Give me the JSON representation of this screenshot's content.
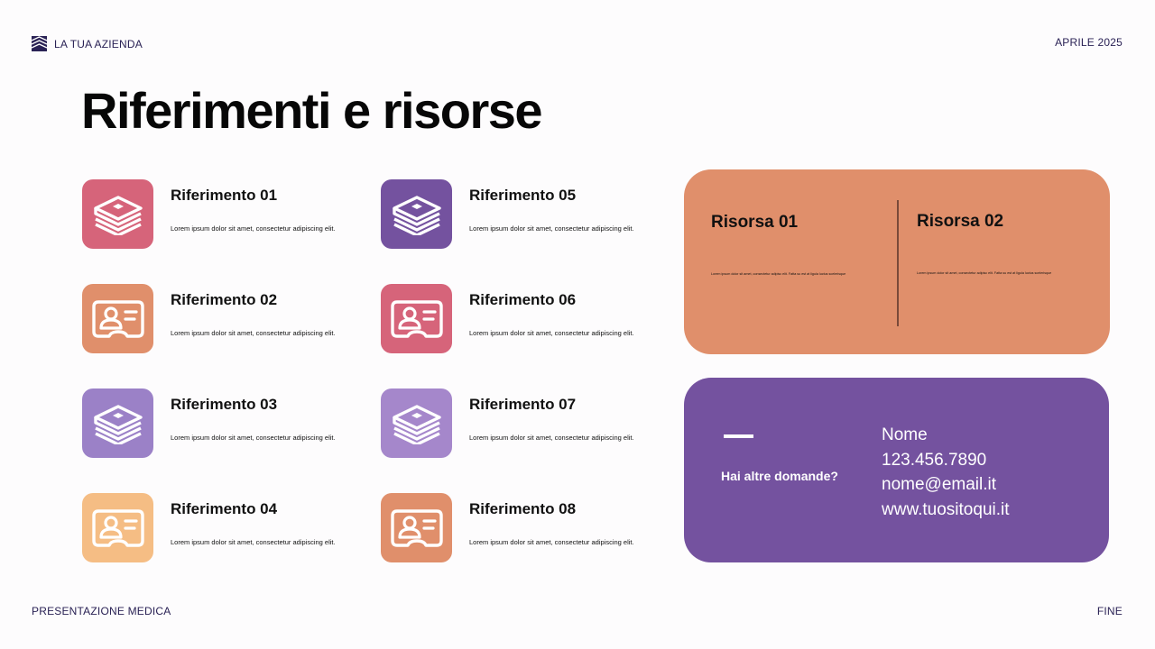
{
  "header": {
    "company": "LA TUA AZIENDA",
    "date": "APRILE 2025"
  },
  "footer": {
    "presentation": "PRESENTAZIONE MEDICA",
    "end": "FINE"
  },
  "title": "Riferimenti e risorse",
  "references": [
    {
      "title": "Riferimento 01",
      "desc": "Lorem ipsum dolor sit amet, consectetur adipiscing elit.",
      "icon": "stack-of-books-icon",
      "color": "#d6647a"
    },
    {
      "title": "Riferimento 02",
      "desc": "Lorem ipsum dolor sit amet, consectetur adipiscing elit.",
      "icon": "id-card-icon",
      "color": "#e08f6b"
    },
    {
      "title": "Riferimento 03",
      "desc": "Lorem ipsum dolor sit amet, consectetur adipiscing elit.",
      "icon": "stack-of-books-icon",
      "color": "#9b81c7"
    },
    {
      "title": "Riferimento 04",
      "desc": "Lorem ipsum dolor sit amet, consectetur adipiscing elit.",
      "icon": "id-card-icon",
      "color": "#f5bd84"
    },
    {
      "title": "Riferimento 05",
      "desc": "Lorem ipsum dolor sit amet, consectetur adipiscing elit.",
      "icon": "stack-of-books-icon",
      "color": "#74529f"
    },
    {
      "title": "Riferimento 06",
      "desc": "Lorem ipsum dolor sit amet, consectetur adipiscing elit.",
      "icon": "id-card-icon",
      "color": "#d6647a"
    },
    {
      "title": "Riferimento 07",
      "desc": "Lorem ipsum dolor sit amet, consectetur adipiscing elit.",
      "icon": "stack-of-books-icon",
      "color": "#a587cb"
    },
    {
      "title": "Riferimento 08",
      "desc": "Lorem ipsum dolor sit amet, consectetur adipiscing elit.",
      "icon": "id-card-icon",
      "color": "#e08f6b"
    }
  ],
  "resources": [
    {
      "title": "Risorsa 01",
      "desc": "Lorem ipsum dolor sit amet, consectetur adipisc elit. Fatta su est at ligula luctus scelerisque"
    },
    {
      "title": "Risorsa 02",
      "desc": "Lorem ipsum dolor sit amet, consectetur adipisc elit. Fatta su est at ligula luctus scelerisque"
    }
  ],
  "resources_color": "#e08f6b",
  "contact": {
    "question": "Hai altre domande?",
    "name": "Nome",
    "phone": "123.456.7890",
    "email": "nome@email.it",
    "website": "www.tuositoqui.it",
    "color": "#74529f"
  }
}
